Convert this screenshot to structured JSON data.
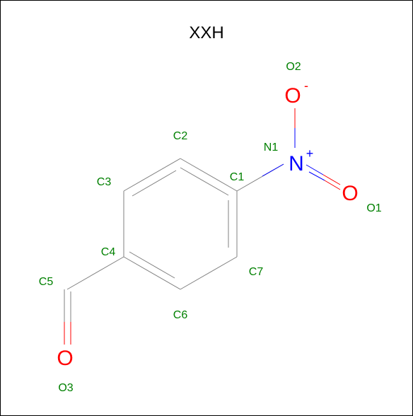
{
  "title": "XXH",
  "colors": {
    "carbon_bond": "#808080",
    "nitrogen": "#0000ff",
    "oxygen": "#ff0000",
    "label": "#008000",
    "text": "#000000"
  },
  "atom_labels": {
    "C1": "C1",
    "C2": "C2",
    "C3": "C3",
    "C4": "C4",
    "C5": "C5",
    "C6": "C6",
    "C7": "C7",
    "N1": "N1",
    "O1": "O1",
    "O2": "O2",
    "O3": "O3"
  },
  "element_symbols": {
    "N1": "N",
    "O1": "O",
    "O2": "O",
    "O3": "O"
  },
  "charges": {
    "N1": "+",
    "O2": "-"
  }
}
